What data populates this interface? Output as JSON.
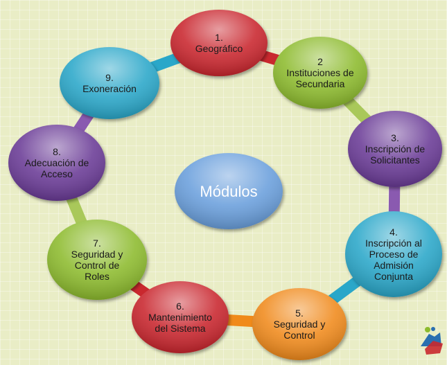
{
  "center": {
    "label": "Módulos",
    "color": "#6a9fdc"
  },
  "modules": [
    {
      "lines": [
        "1.",
        "Geográfico"
      ],
      "color": "#c9282e"
    },
    {
      "lines": [
        "2",
        "Instituciones de",
        "Secundaria"
      ],
      "color": "#8dbb2e"
    },
    {
      "lines": [
        "3.",
        "Inscripción de",
        "Solicitantes"
      ],
      "color": "#6b3a96"
    },
    {
      "lines": [
        "4.",
        "Inscripción al",
        "Proceso de",
        "Admisión",
        "Conjunta"
      ],
      "color": "#2aa7c9"
    },
    {
      "lines": [
        "5.",
        "Seguridad y",
        "Control"
      ],
      "color": "#f08a1a"
    },
    {
      "lines": [
        "6.",
        "Mantenimiento",
        "del Sistema"
      ],
      "color": "#c9282e"
    },
    {
      "lines": [
        "7.",
        "Seguridad y",
        "Control de",
        "Roles"
      ],
      "color": "#8dbb2e"
    },
    {
      "lines": [
        "8.",
        "Adecuación de",
        "Acceso"
      ],
      "color": "#6b3a96"
    },
    {
      "lines": [
        "9.",
        "Exoneración"
      ],
      "color": "#2aa7c9"
    }
  ],
  "connectors": [
    {
      "from": 0,
      "to": 1,
      "color": "#c9282e"
    },
    {
      "from": 1,
      "to": 2,
      "color": "#a9c85a"
    },
    {
      "from": 2,
      "to": 3,
      "color": "#8a5ab0"
    },
    {
      "from": 3,
      "to": 4,
      "color": "#2aa7c9"
    },
    {
      "from": 4,
      "to": 5,
      "color": "#f08a1a"
    },
    {
      "from": 5,
      "to": 6,
      "color": "#c9282e"
    },
    {
      "from": 6,
      "to": 7,
      "color": "#a9c85a"
    },
    {
      "from": 7,
      "to": 8,
      "color": "#8a5ab0"
    },
    {
      "from": 8,
      "to": 0,
      "color": "#2aa7c9"
    }
  ]
}
